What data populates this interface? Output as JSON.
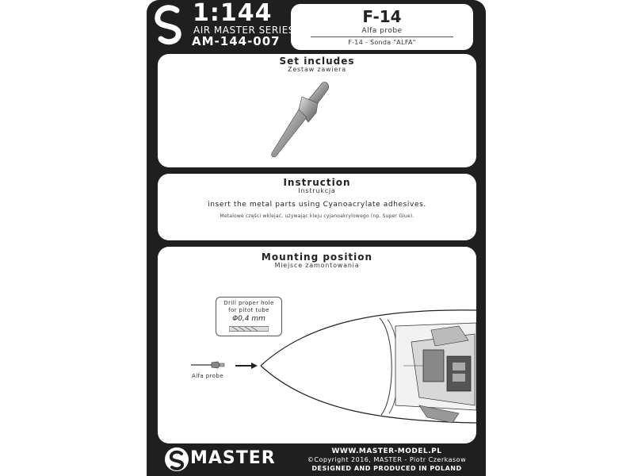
{
  "header": {
    "scale": "1:144",
    "series": "AIR MASTER SERIES",
    "code": "AM-144-007",
    "model": "F-14",
    "product": "Alfa probe",
    "product_pl": "F-14 - Sonda \"ALFA\""
  },
  "set": {
    "heading": "Set includes",
    "subheading": "Zestaw zawiera"
  },
  "instruction": {
    "heading": "Instruction",
    "subheading": "Instrukcja",
    "text_en": "insert the metal parts using Cyanoacrylate adhesives.",
    "text_pl": "Metalowe części wklejać, używając kleju cyjanoakrylowego (np. Super Glue)."
  },
  "mounting": {
    "heading": "Mounting position",
    "subheading": "Miejsce zamontowania",
    "drill_line1": "Drill proper hole",
    "drill_line2": "for pitot tube",
    "diameter": "Φ0,4 mm",
    "probe_label": "Alfa probe"
  },
  "footer": {
    "brand": "MASTER",
    "website": "WWW.MASTER-MODEL.PL",
    "copyright": "©Copyright 2016, MASTER - Piotr Czerkasow",
    "designed": "DESIGNED AND PRODUCED IN POLAND"
  },
  "colors": {
    "card": "#1f1f1f",
    "panel": "#ffffff",
    "ink": "#222222"
  }
}
